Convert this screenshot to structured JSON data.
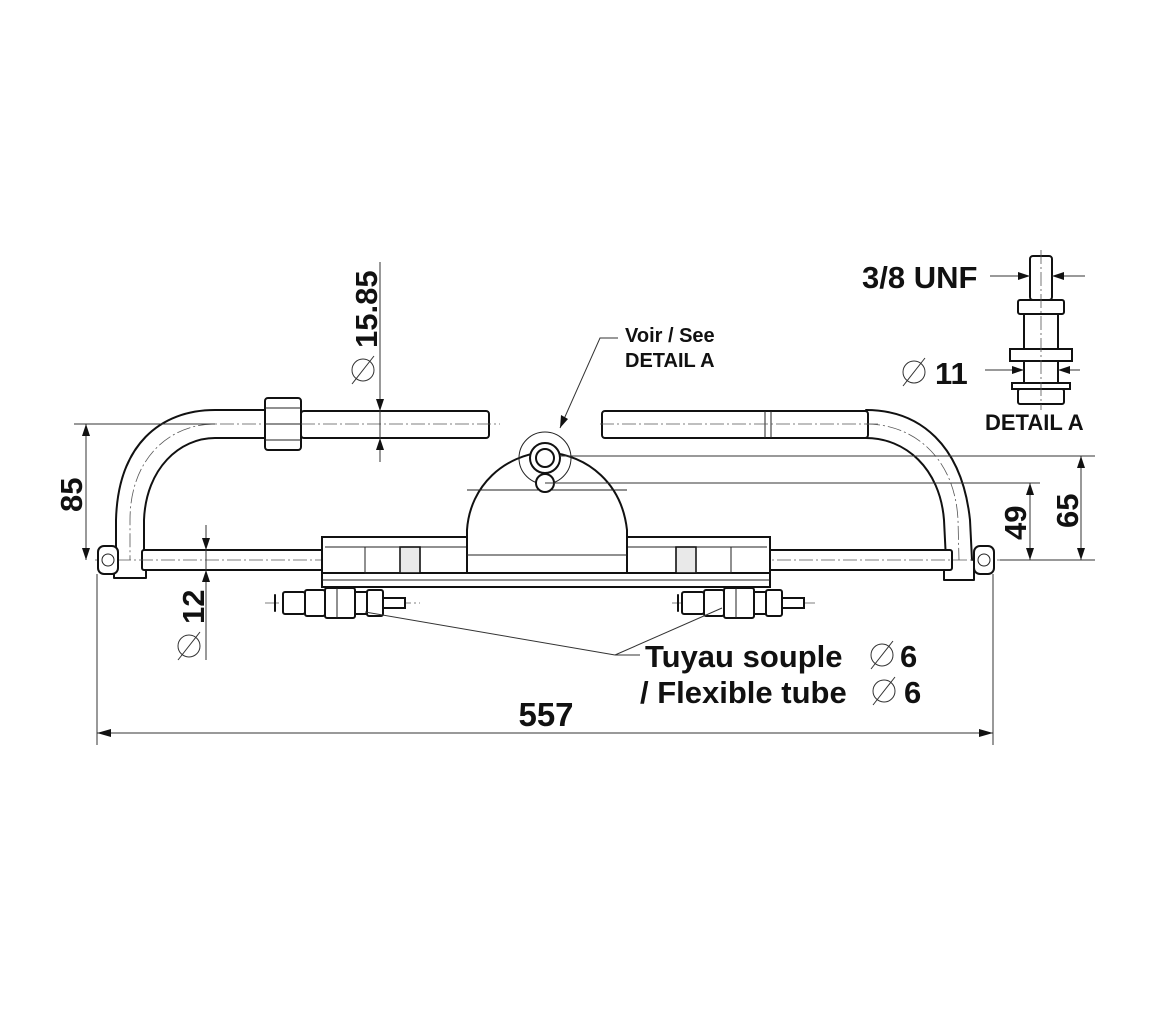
{
  "labels": {
    "dia_15_85": "15.85",
    "dia_11": "11",
    "dia_12": "12",
    "thread": "3/8 UNF",
    "detail_title": "DETAIL A",
    "see_line1": "Voir / See",
    "see_line2": "DETAIL A",
    "height_85": "85",
    "height_49": "49",
    "height_65": "65",
    "width_557": "557",
    "tube_line1": "Tuyau souple",
    "tube_line1_dia": "6",
    "tube_line2": "/ Flexible tube",
    "tube_line2_dia": "6"
  },
  "symbols": {
    "diameter": "diameter-symbol-icon"
  }
}
